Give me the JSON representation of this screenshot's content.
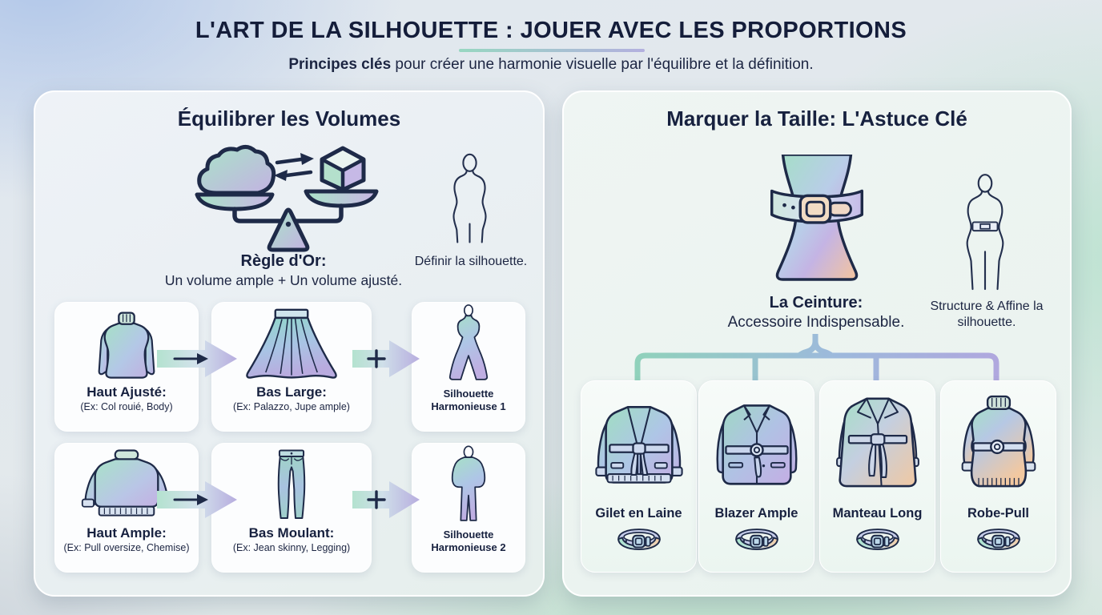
{
  "header": {
    "title": "L'ART DE LA SILHOUETTE : JOUER AVEC LES PROPORTIONS",
    "subtitle_lead": "Principes clés",
    "subtitle_rest": " pour créer une harmonie visuelle par l'équilibre et la définition."
  },
  "left_panel": {
    "title": "Équilibrer les Volumes",
    "rule": {
      "title": "Règle d'Or:",
      "text": "Un volume ample + Un volume ajusté."
    },
    "figure_caption": "Définir la silhouette.",
    "rows": [
      {
        "card1": {
          "title": "Haut Ajusté:",
          "example": "(Ex: Col rouié, Body)",
          "icon": "turtleneck-top-icon"
        },
        "card2": {
          "title": "Bas Large:",
          "example": "(Ex: Palazzo, Jupe ample)",
          "icon": "palazzo-pants-icon"
        },
        "card3_label": "Silhouette Harmonieuse 1"
      },
      {
        "card1": {
          "title": "Haut Ample:",
          "example": "(Ex: Pull oversize, Chemise)",
          "icon": "oversized-sweater-icon"
        },
        "card2": {
          "title": "Bas Moulant:",
          "example": "(Ex: Jean skinny, Legging)",
          "icon": "skinny-jeans-icon"
        },
        "card3_label": "Silhouette Harmonieuse 2"
      }
    ]
  },
  "right_panel": {
    "title": "Marquer la Taille: L'Astuce Clé",
    "belt": {
      "title": "La Ceinture:",
      "text": "Accessoire Indispensable."
    },
    "figure_caption": "Structure & Affine la silhouette.",
    "cards": [
      {
        "label": "Gilet en Laine",
        "icon": "belted-cardigan-icon"
      },
      {
        "label": "Blazer Ample",
        "icon": "belted-blazer-icon"
      },
      {
        "label": "Manteau Long",
        "icon": "belted-long-coat-icon"
      },
      {
        "label": "Robe-Pull",
        "icon": "belted-sweater-dress-icon"
      }
    ]
  },
  "colors": {
    "text_navy": "#1b2440",
    "outline_navy": "#1e2a48",
    "mint": "#a4dfc6",
    "blue": "#aec6e6",
    "lavender": "#b9aede",
    "peach": "#f4c79e",
    "underline_gradient": [
      "#8fd5bc",
      "#aeaadd"
    ]
  }
}
